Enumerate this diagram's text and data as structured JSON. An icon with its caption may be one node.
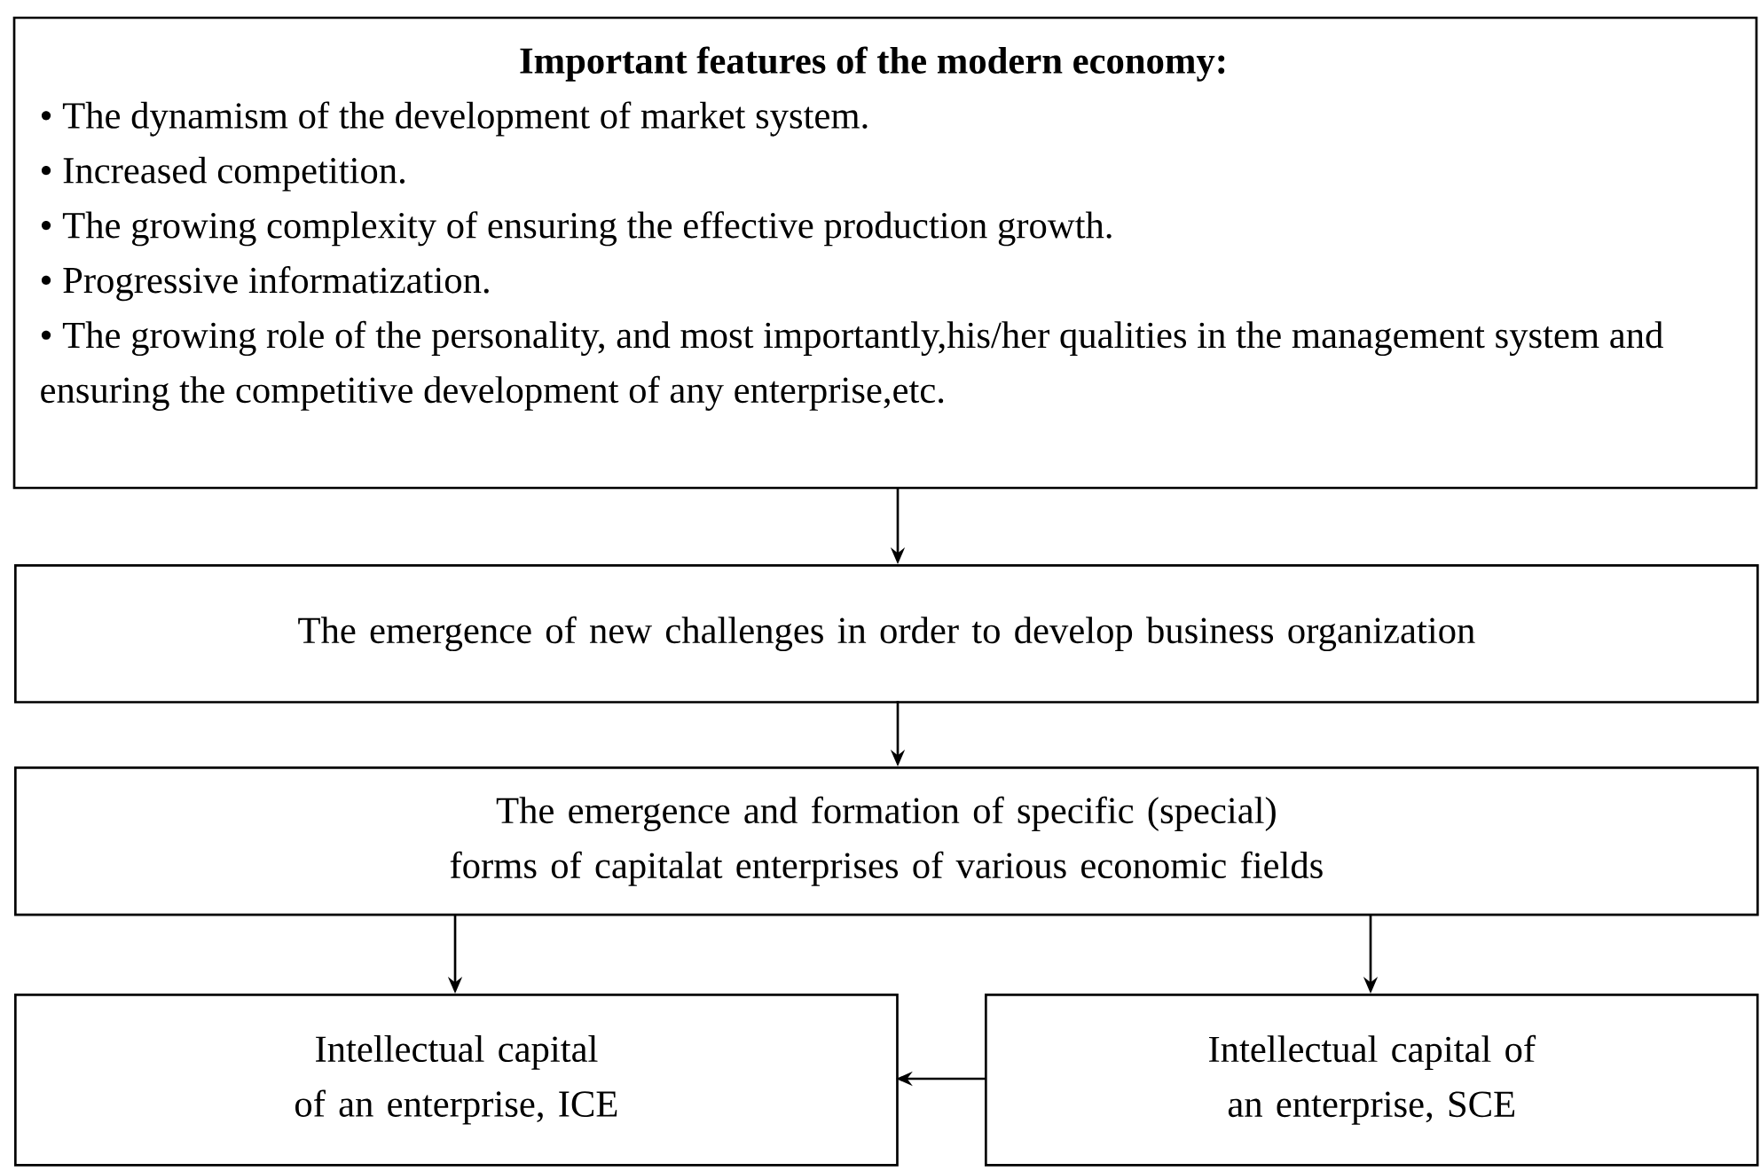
{
  "diagram": {
    "nodes": [
      {
        "text": [
          "Important features of the modern economy:",
          "• The dynamism of the development of market system.",
          "• Increased competition.",
          "• The growing complexity of ensuring the effective production growth.",
          "• Progressive informatization.",
          "• The growing role of the personality, and most importantly,his/her qualities in the management system and ensuring the competitive development of any enterprise,etc."
        ]
      },
      {
        "text": [
          "The emergence of new challenges in order to develop business organization"
        ]
      },
      {
        "text": [
          "The emergence and formation of specific (special) forms of capitalat enterprises of various economic fields"
        ]
      },
      {
        "text": [
          "Intellectual capital of an enterprise, ICE"
        ]
      },
      {
        "text": [
          "Intellectual capital of an enterprise, SCE"
        ]
      }
    ],
    "edges": [
      {
        "from": 0,
        "to": 1,
        "arrow": "to"
      },
      {
        "from": 1,
        "to": 2,
        "arrow": "to"
      },
      {
        "from": 2,
        "to": 3,
        "arrow": "to"
      },
      {
        "from": 2,
        "to": 4,
        "arrow": "to"
      },
      {
        "from": 4,
        "to": 3,
        "arrow": "to"
      }
    ]
  }
}
